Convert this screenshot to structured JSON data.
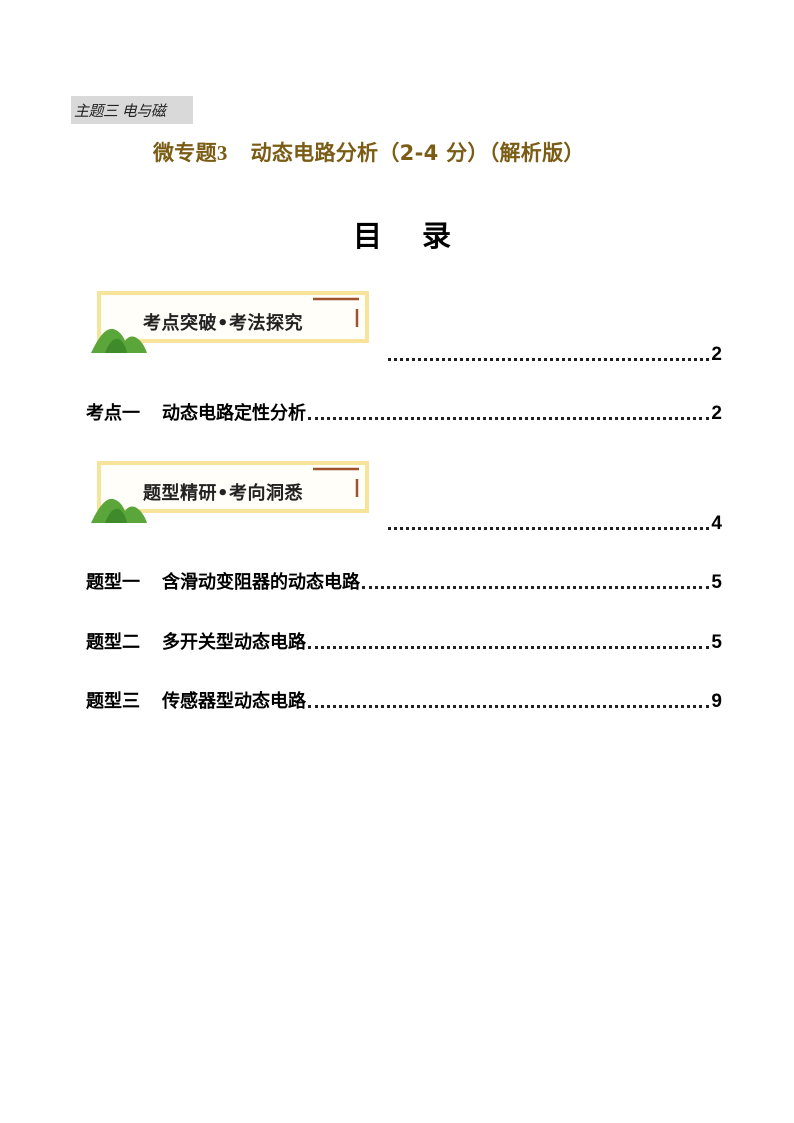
{
  "topic_tag": "主题三  电与磁",
  "title": {
    "prefix": "微专题",
    "number": "3",
    "main": "动态电路分析（2-4 分）（解析版）"
  },
  "toc_heading": {
    "char1": "目",
    "char2": "录"
  },
  "banners": [
    {
      "label": "考点突破•考法探究",
      "page": "2"
    },
    {
      "label": "题型精研•考向洞悉",
      "page": "4"
    }
  ],
  "entries": [
    {
      "prefix": "考点一",
      "text": "动态电路定性分析",
      "page": "2"
    },
    {
      "prefix": "题型一",
      "text": "含滑动变阻器的动态电路",
      "page": "5"
    },
    {
      "prefix": "题型二",
      "text": "多开关型动态电路",
      "page": "5"
    },
    {
      "prefix": "题型三",
      "text": "传感器型动态电路",
      "page": "9"
    }
  ],
  "colors": {
    "title": "#7a5c14",
    "banner_border": "#f7e39a",
    "hill_green": "#5aa63a",
    "corner_brown": "#a0522d"
  }
}
